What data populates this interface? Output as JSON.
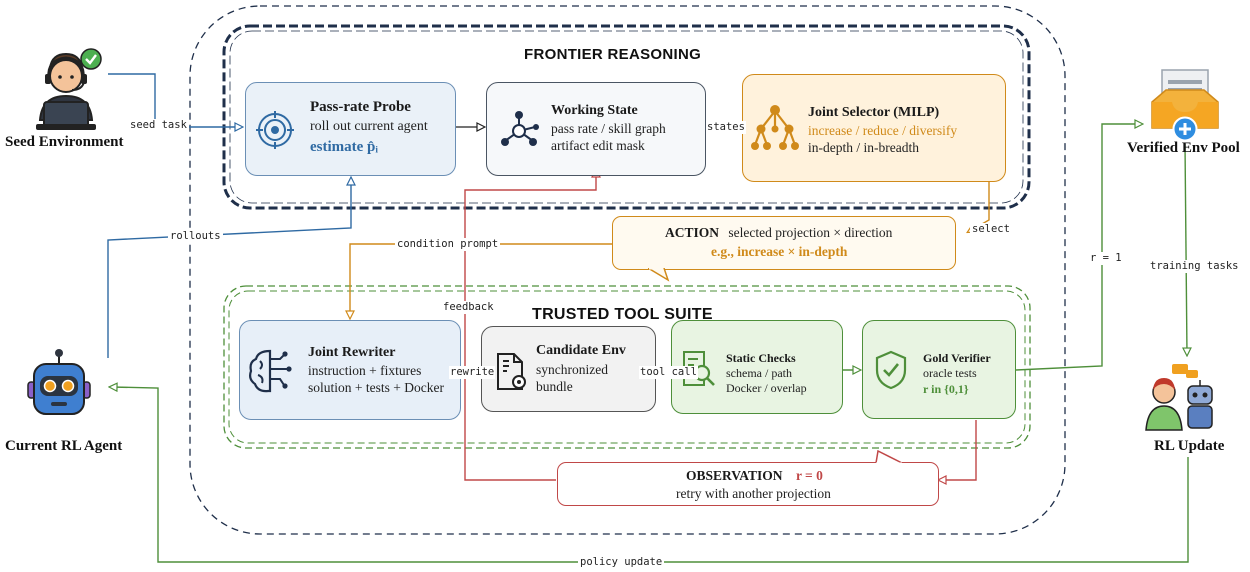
{
  "sections": {
    "frontier": "FRONTIER REASONING",
    "tools": "TRUSTED TOOL SUITE"
  },
  "nodes": {
    "seed": "Seed Environment",
    "pool": "Verified Env Pool",
    "agent": "Current RL Agent",
    "update": "RL Update"
  },
  "probe": {
    "title": "Pass-rate Probe",
    "line1": "roll out current agent",
    "estimate": "estimate p̂ᵢ"
  },
  "working": {
    "title": "Working State",
    "line1": "pass rate / skill graph",
    "line2": "artifact edit mask"
  },
  "selector": {
    "title": "Joint Selector (MILP)",
    "line1": "increase / reduce / diversify",
    "line2": "in-depth / in-breadth"
  },
  "action": {
    "title": "ACTION",
    "text": "selected projection × direction",
    "example": "e.g., increase × in-depth"
  },
  "rewriter": {
    "title": "Joint Rewriter",
    "line1": "instruction + fixtures",
    "line2": "solution + tests + Docker"
  },
  "candidate": {
    "title": "Candidate Env",
    "line1": "synchronized",
    "line2": "bundle"
  },
  "static": {
    "title": "Static Checks",
    "line1": "schema / path",
    "line2": "Docker / overlap"
  },
  "gold": {
    "title": "Gold Verifier",
    "line1": "oracle tests",
    "line2": "r in {0,1}"
  },
  "observation": {
    "title": "OBSERVATION",
    "reward": "r = 0",
    "text": "retry with another projection"
  },
  "edges": {
    "seed_task": "seed task",
    "states": "states",
    "rollouts": "rollouts",
    "condition_prompt": "condition prompt",
    "select": "select",
    "feedback": "feedback",
    "rewrite": "rewrite",
    "tool_call": "tool call",
    "r_one": "r = 1",
    "training_tasks": "training tasks",
    "policy_update": "policy update"
  },
  "icons": [
    "headset-user-icon",
    "check-badge-icon",
    "robot-icon",
    "inbox-tray-icon",
    "plus-badge-icon",
    "human-robot-icon",
    "target-icon",
    "network-graph-icon",
    "tree-hierarchy-icon",
    "brain-circuit-icon",
    "document-gear-icon",
    "search-doc-icon",
    "shield-check-icon"
  ],
  "colors": {
    "blue": "#2f6aa3",
    "orange": "#d08a1a",
    "green": "#4e8f3a",
    "red": "#c04848",
    "navy": "#1f2f4a"
  }
}
